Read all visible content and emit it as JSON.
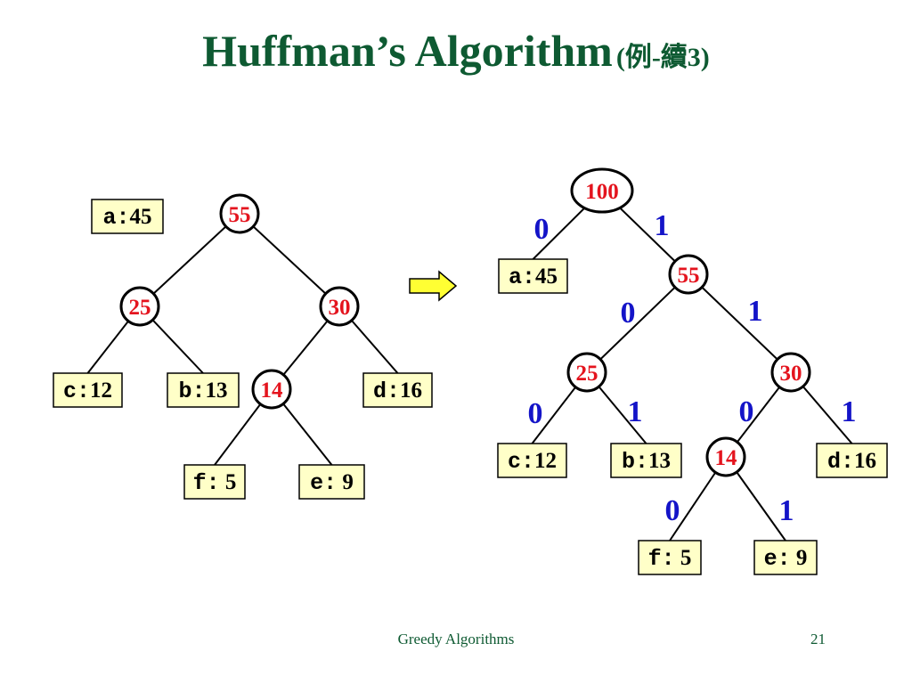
{
  "slide": {
    "title": "Huffman’s Algorithm",
    "title_suffix": "(例-續3)",
    "footer": "Greedy Algorithms",
    "page_number": "21",
    "colors": {
      "title": "#0e5a32",
      "node_value": "#e4141e",
      "bit_label": "#1414c8",
      "leaf_fill": "#ffffc8",
      "arrow_fill": "#ffff33"
    }
  },
  "before_tree": {
    "internal_nodes": [
      {
        "id": "n55",
        "value": "55"
      },
      {
        "id": "n25",
        "value": "25"
      },
      {
        "id": "n30",
        "value": "30"
      },
      {
        "id": "n14",
        "value": "14"
      }
    ],
    "leaves": [
      {
        "id": "a",
        "symbol": "a:",
        "freq": "45"
      },
      {
        "id": "c",
        "symbol": "c:",
        "freq": "12"
      },
      {
        "id": "b",
        "symbol": "b:",
        "freq": "13"
      },
      {
        "id": "d",
        "symbol": "d:",
        "freq": "16"
      },
      {
        "id": "f",
        "symbol": "f:",
        "freq": " 5"
      },
      {
        "id": "e",
        "symbol": "e:",
        "freq": " 9"
      }
    ],
    "edges": [
      [
        "n55",
        "n25"
      ],
      [
        "n55",
        "n30"
      ],
      [
        "n25",
        "c"
      ],
      [
        "n25",
        "b"
      ],
      [
        "n30",
        "n14"
      ],
      [
        "n30",
        "d"
      ],
      [
        "n14",
        "f"
      ],
      [
        "n14",
        "e"
      ]
    ]
  },
  "after_tree": {
    "internal_nodes": [
      {
        "id": "n100",
        "value": "100"
      },
      {
        "id": "n55",
        "value": "55"
      },
      {
        "id": "n25",
        "value": "25"
      },
      {
        "id": "n30",
        "value": "30"
      },
      {
        "id": "n14",
        "value": "14"
      }
    ],
    "leaves": [
      {
        "id": "a",
        "symbol": "a:",
        "freq": "45"
      },
      {
        "id": "c",
        "symbol": "c:",
        "freq": "12"
      },
      {
        "id": "b",
        "symbol": "b:",
        "freq": "13"
      },
      {
        "id": "d",
        "symbol": "d:",
        "freq": "16"
      },
      {
        "id": "f",
        "symbol": "f:",
        "freq": " 5"
      },
      {
        "id": "e",
        "symbol": "e:",
        "freq": " 9"
      }
    ],
    "edges": [
      {
        "from": "n100",
        "to": "a",
        "bit": "0"
      },
      {
        "from": "n100",
        "to": "n55",
        "bit": "1"
      },
      {
        "from": "n55",
        "to": "n25",
        "bit": "0"
      },
      {
        "from": "n55",
        "to": "n30",
        "bit": "1"
      },
      {
        "from": "n25",
        "to": "c",
        "bit": "0"
      },
      {
        "from": "n25",
        "to": "b",
        "bit": "1"
      },
      {
        "from": "n30",
        "to": "n14",
        "bit": "0"
      },
      {
        "from": "n30",
        "to": "d",
        "bit": "1"
      },
      {
        "from": "n14",
        "to": "f",
        "bit": "0"
      },
      {
        "from": "n14",
        "to": "e",
        "bit": "1"
      }
    ]
  }
}
